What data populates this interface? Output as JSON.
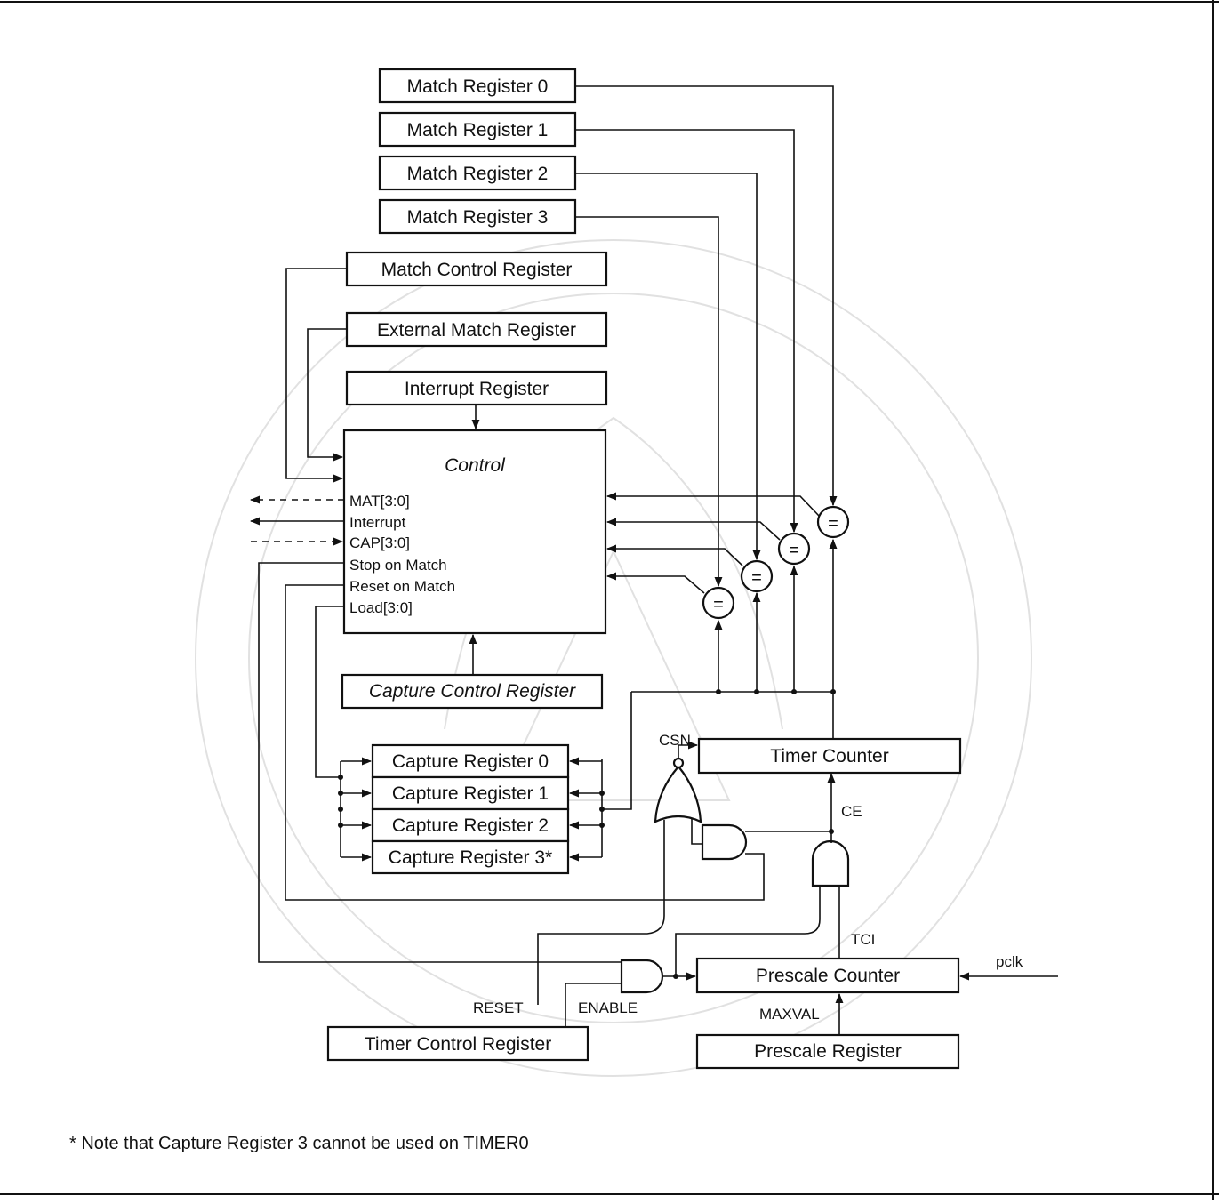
{
  "registers": {
    "match0": "Match Register 0",
    "match1": "Match Register 1",
    "match2": "Match Register 2",
    "match3": "Match Register 3",
    "match_control": "Match Control Register",
    "external_match": "External Match Register",
    "interrupt": "Interrupt Register",
    "capture_control": "Capture Control Register",
    "capture0": "Capture Register 0",
    "capture1": "Capture Register 1",
    "capture2": "Capture Register 2",
    "capture3": "Capture Register 3*",
    "timer_counter": "Timer Counter",
    "prescale_counter": "Prescale Counter",
    "prescale_register": "Prescale Register",
    "timer_control": "Timer Control Register"
  },
  "control": {
    "title": "Control",
    "signals": [
      "MAT[3:0]",
      "Interrupt",
      "CAP[3:0]",
      "Stop on Match",
      "Reset on Match",
      "Load[3:0]"
    ]
  },
  "comparator_symbol": "=",
  "signals": {
    "csn": "CSN",
    "ce": "CE",
    "tci": "TCI",
    "pclk": "pclk",
    "maxval": "MAXVAL",
    "reset": "RESET",
    "enable": "ENABLE"
  },
  "note": "* Note that Capture Register 3 cannot be used on TIMER0"
}
